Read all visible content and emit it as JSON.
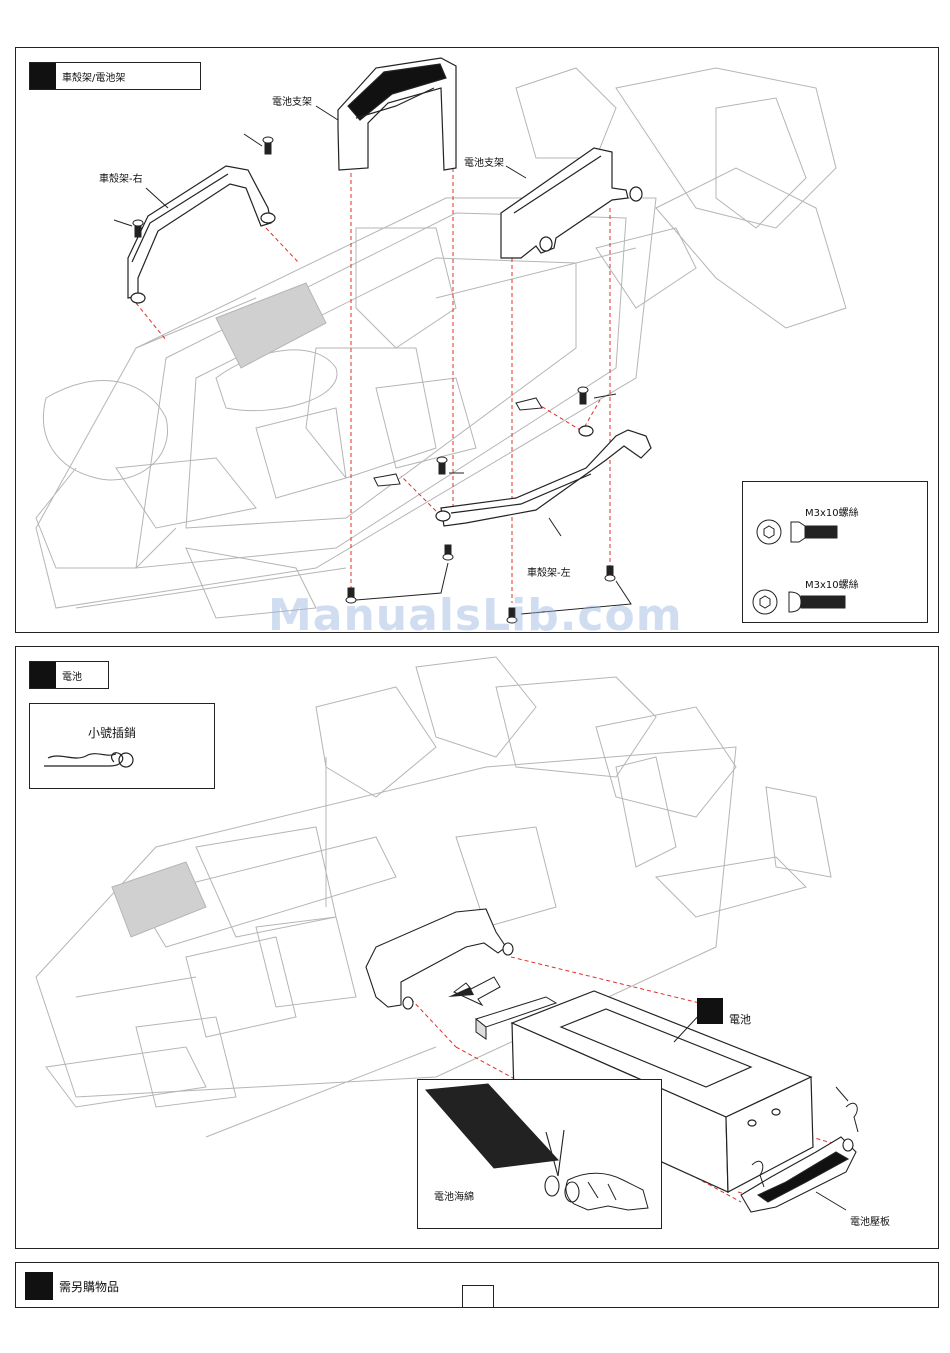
{
  "step1": {
    "title": "車殼架/電池架",
    "labels": {
      "battery_bracket_a": "電池支架",
      "battery_bracket_b": "電池支架",
      "body_mount_right": "車殼架-右",
      "body_mount_left": "車殼架-左"
    },
    "legend": {
      "screw_flat": "M3x10螺絲",
      "screw_button": "M3x10螺絲"
    }
  },
  "step2": {
    "title": "電池",
    "legend": {
      "body_clip": "小號插銷"
    },
    "labels": {
      "battery": "電池",
      "battery_sponge": "電池海綿",
      "battery_strap": "電池壓板"
    }
  },
  "step3": {
    "title": "需另購物品"
  },
  "watermark": "ManualsLib.com",
  "colors": {
    "line": "#222222",
    "ghost": "#b5b5b5",
    "guide": "#e0302a",
    "fill_black": "#111111"
  }
}
